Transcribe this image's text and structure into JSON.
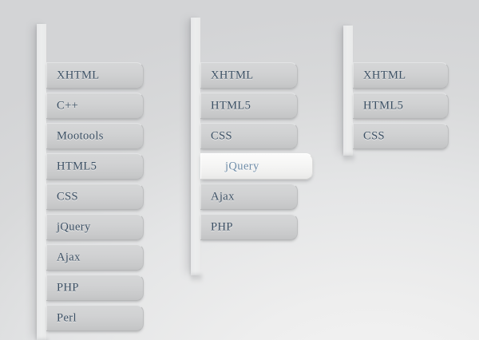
{
  "page": {
    "title": "Vertical Menu Showcase",
    "background_color": "#e4e5e6",
    "text_color": "#3c5064",
    "active_text_color": "#6e8ca8",
    "item_background": "#d1d2d3",
    "active_item_background": "#f6f6f5"
  },
  "menus": [
    {
      "id": "menu-column-1",
      "items": [
        {
          "label": "XHTML",
          "active": false
        },
        {
          "label": "C++",
          "active": false
        },
        {
          "label": "Mootools",
          "active": false
        },
        {
          "label": "HTML5",
          "active": false
        },
        {
          "label": "CSS",
          "active": false
        },
        {
          "label": "jQuery",
          "active": false
        },
        {
          "label": "Ajax",
          "active": false
        },
        {
          "label": "PHP",
          "active": false
        },
        {
          "label": "Perl",
          "active": false
        }
      ]
    },
    {
      "id": "menu-column-2",
      "items": [
        {
          "label": "XHTML",
          "active": false
        },
        {
          "label": "HTML5",
          "active": false
        },
        {
          "label": "CSS",
          "active": false
        },
        {
          "label": "jQuery",
          "active": true
        },
        {
          "label": "Ajax",
          "active": false
        },
        {
          "label": "PHP",
          "active": false
        }
      ]
    },
    {
      "id": "menu-column-3",
      "items": [
        {
          "label": "XHTML",
          "active": false
        },
        {
          "label": "HTML5",
          "active": false
        },
        {
          "label": "CSS",
          "active": false
        }
      ]
    }
  ]
}
